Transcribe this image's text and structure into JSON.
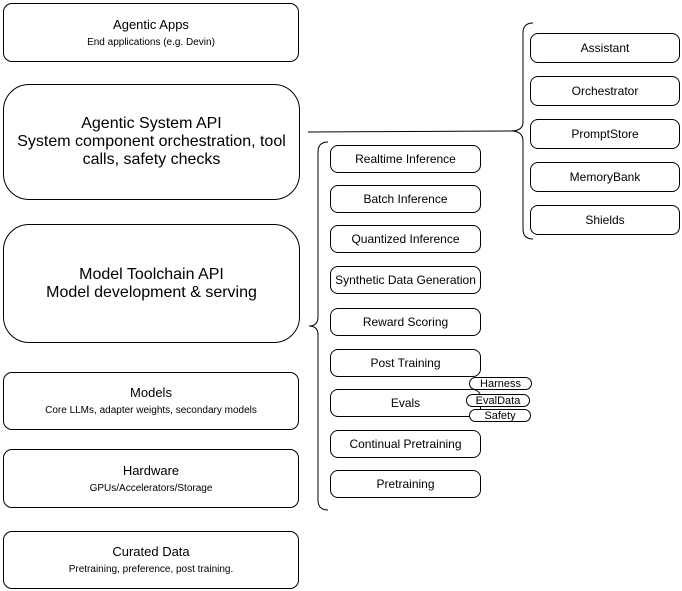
{
  "diagram": {
    "stack": [
      {
        "title": "Agentic Apps",
        "subtitle": "End applications (e.g. Devin)"
      },
      {
        "title": "Agentic System API",
        "subtitle": "System component orchestration, tool calls, safety checks"
      },
      {
        "title": "Model Toolchain API",
        "subtitle": "Model development & serving"
      },
      {
        "title": "Models",
        "subtitle": "Core LLMs, adapter weights, secondary models"
      },
      {
        "title": "Hardware",
        "subtitle": "GPUs/Accelerators/Storage"
      },
      {
        "title": "Curated Data",
        "subtitle": "Pretraining, preference, post training."
      }
    ],
    "toolchain": {
      "items": [
        "Realtime Inference",
        "Batch Inference",
        "Quantized Inference",
        "Synthetic Data Generation",
        "Reward Scoring",
        "Post Training",
        "Evals",
        "Continual Pretraining",
        "Pretraining"
      ],
      "evals_tags": [
        "Harness",
        "EvalData",
        "Safety"
      ]
    },
    "agentic_components": [
      "Assistant",
      "Orchestrator",
      "PromptStore",
      "MemoryBank",
      "Shields"
    ],
    "colors": {
      "stroke": "#000000",
      "fill": "#ffffff",
      "text": "#000000"
    }
  }
}
